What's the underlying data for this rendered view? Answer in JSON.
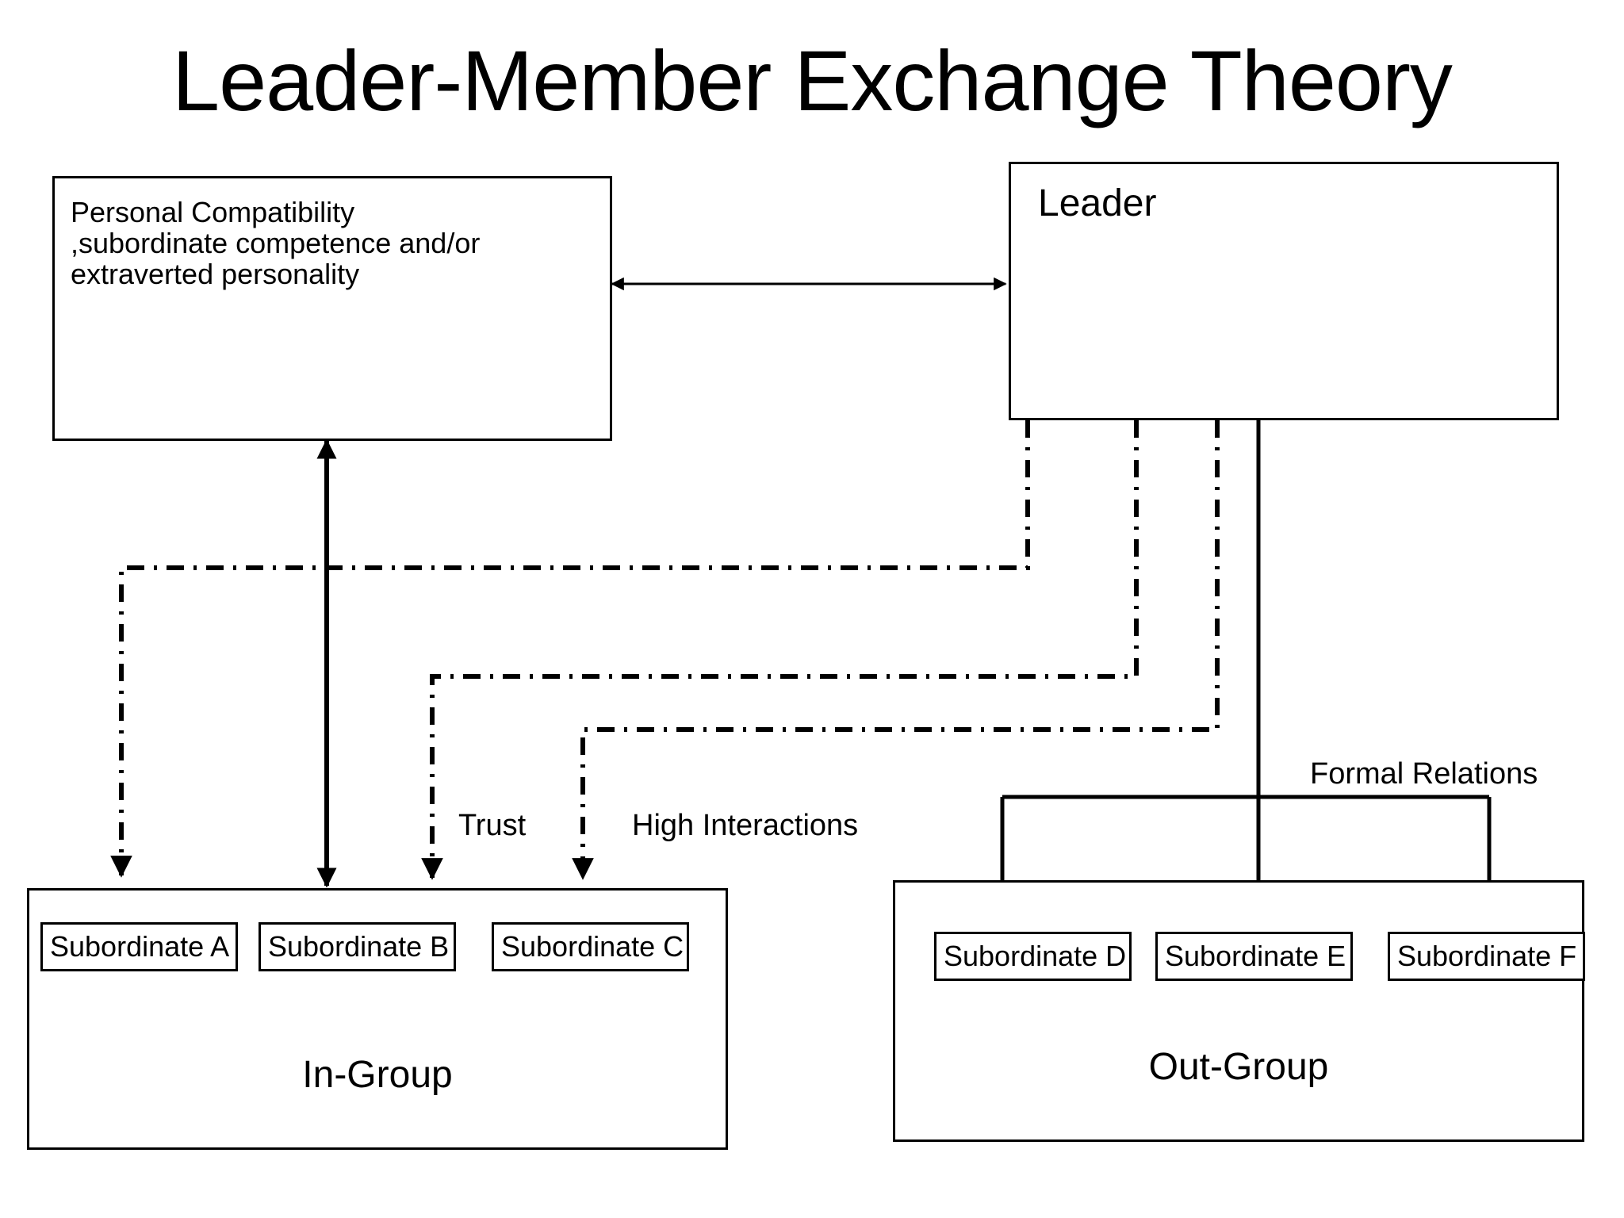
{
  "diagram": {
    "title": "Leader-Member Exchange Theory",
    "antecedents_box": {
      "text": "Personal Compatibility\n,subordinate competence and/or\nextraverted personality"
    },
    "leader_box": {
      "label": "Leader"
    },
    "in_group": {
      "name": "In-Group",
      "members": [
        {
          "label": "Subordinate A"
        },
        {
          "label": "Subordinate B"
        },
        {
          "label": "Subordinate C"
        }
      ]
    },
    "out_group": {
      "name": "Out-Group",
      "members": [
        {
          "label": "Subordinate D"
        },
        {
          "label": "Subordinate E"
        },
        {
          "label": "Subordinate F"
        }
      ]
    },
    "edge_labels": {
      "trust": "Trust",
      "high_interactions": "High Interactions",
      "formal_relations": "Formal Relations"
    },
    "colors": {
      "stroke": "#000000",
      "fill": "#ffffff",
      "text": "#000000"
    }
  }
}
